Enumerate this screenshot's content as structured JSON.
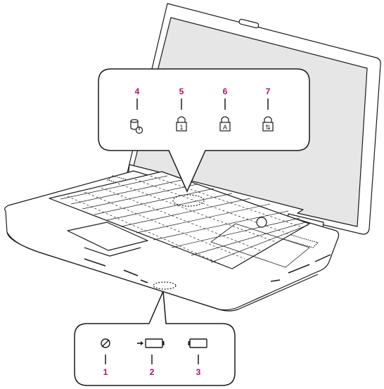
{
  "top_callout": {
    "indicators": [
      {
        "number": "4",
        "icon": "disk-activity-icon"
      },
      {
        "number": "5",
        "icon": "num-lock-icon",
        "glyph": "1"
      },
      {
        "number": "6",
        "icon": "caps-lock-icon",
        "glyph": "A"
      },
      {
        "number": "7",
        "icon": "scroll-lock-icon",
        "glyph": "⇅"
      }
    ]
  },
  "bottom_callout": {
    "indicators": [
      {
        "number": "1",
        "icon": "power-icon"
      },
      {
        "number": "2",
        "icon": "battery-charging-icon"
      },
      {
        "number": "3",
        "icon": "battery-icon"
      }
    ]
  },
  "colors": {
    "number": "#b0106a",
    "line": "#1a1a1a",
    "screen": "#e6e6e6",
    "body": "#ffffff"
  }
}
